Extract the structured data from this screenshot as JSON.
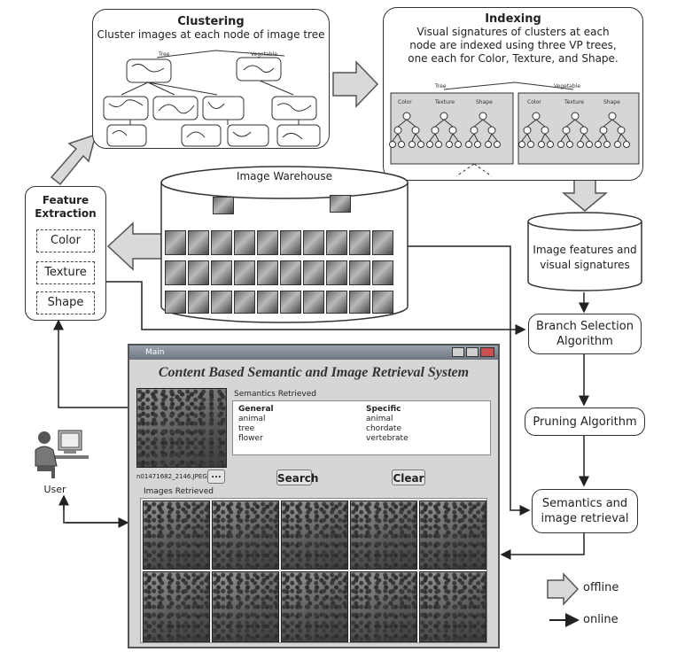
{
  "clustering": {
    "title": "Clustering",
    "subtitle": "Cluster images at each node of image tree",
    "tree_root_left": "Tree",
    "tree_root_right": "Vegetable"
  },
  "indexing": {
    "title": "Indexing",
    "line1": "Visual signatures of clusters at each",
    "line2": "node are indexed using three VP trees,",
    "line3": "one each for Color, Texture, and Shape.",
    "tree_left": "Tree",
    "tree_right": "Vegetable",
    "labels": [
      "Color",
      "Texture",
      "Shape"
    ]
  },
  "warehouse": {
    "title": "Image Warehouse"
  },
  "feature": {
    "title_line1": "Feature",
    "title_line2": "Extraction",
    "items": [
      "Color",
      "Texture",
      "Shape"
    ]
  },
  "db": {
    "line1": "Image features and",
    "line2": "visual signatures"
  },
  "branch": {
    "line1": "Branch Selection",
    "line2": "Algorithm"
  },
  "pruning": {
    "label": "Pruning Algorithm"
  },
  "semret": {
    "line1": "Semantics and",
    "line2": "image retrieval"
  },
  "app": {
    "window_title": "Main",
    "heading": "Content Based Semantic and Image Retrieval System",
    "semantics_label": "Semantics Retrieved",
    "general_label": "General",
    "general_items": [
      "animal",
      "tree",
      "flower"
    ],
    "specific_label": "Specific",
    "specific_items": [
      "animal",
      "chordate",
      "vertebrate"
    ],
    "filename": "n01471682_2146.JPEG",
    "browse": "...",
    "search": "Search",
    "clear": "Clear",
    "retrieved_label": "Images Retrieved"
  },
  "user": {
    "label": "User"
  },
  "legend": {
    "offline": "offline",
    "online": "online"
  },
  "colors": {
    "arrow_fill": "#d9d9d9",
    "line": "#333333"
  }
}
